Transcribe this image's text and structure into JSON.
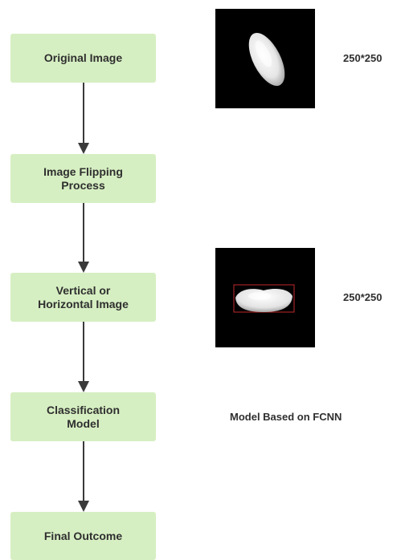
{
  "flow": {
    "steps": [
      "Original Image",
      "Image Flipping\nProcess",
      "Vertical or\nHorizontal Image",
      "Classification\nModel",
      "Final Outcome"
    ]
  },
  "annotations": {
    "original_size": "250*250",
    "flipped_size": "250*250",
    "model_note": "Model Based on FCNN"
  },
  "colors": {
    "box_fill": "#d6efc2",
    "arrow": "#3a3a3a",
    "thumbnail_bg": "#000000",
    "bounding_box": "#c0282d"
  }
}
